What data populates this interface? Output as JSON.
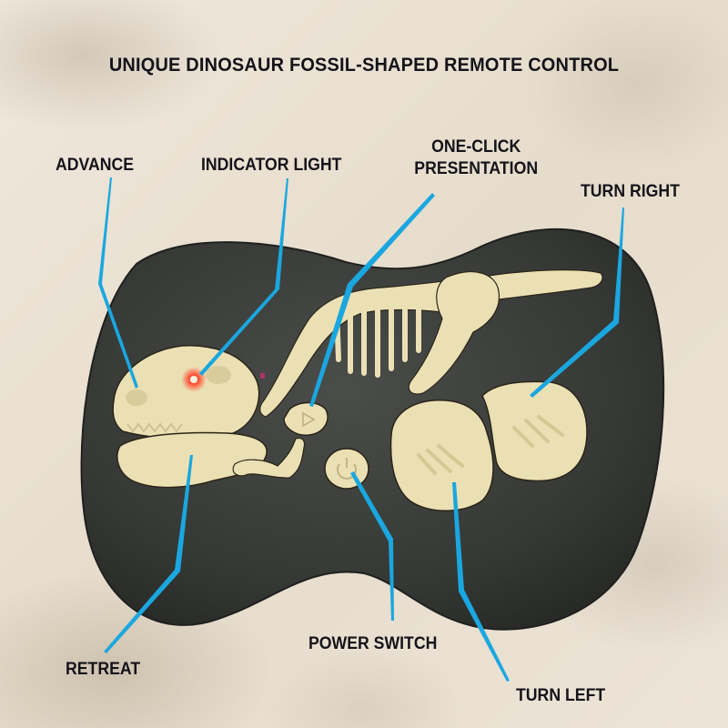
{
  "title": "UNIQUE DINOSAUR FOSSIL-SHAPED REMOTE CONTROL",
  "colors": {
    "background": "#e9e1d4",
    "remote_body": "#3a3d3a",
    "bone": "#ebe0b4",
    "callout_line": "#1aa7e0",
    "label_text": "#15131a",
    "indicator_led": "#ff3b2a"
  },
  "labels": {
    "advance": "ADVANCE",
    "indicator_light": "INDICATOR LIGHT",
    "one_click_line1": "ONE-CLICK",
    "one_click_line2": "PRESENTATION",
    "turn_right": "TURN RIGHT",
    "retreat": "RETREAT",
    "power_switch": "POWER SWITCH",
    "turn_left": "TURN LEFT"
  },
  "icons": {
    "play": "play-triangle",
    "power": "power-symbol"
  }
}
